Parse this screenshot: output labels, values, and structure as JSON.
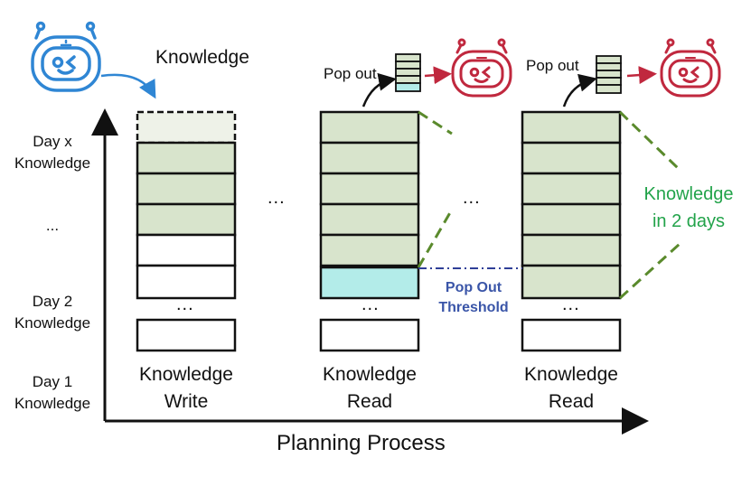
{
  "colors": {
    "filled": "#d8e4cc",
    "faded": "#eef2e8",
    "threshold": "#b3ece9",
    "outline": "#111111",
    "blue_robot": "#2f86d4",
    "red_robot": "#c0283e",
    "green_accent": "#5a8a2c",
    "green_text": "#22a34a",
    "threshold_line": "#2f3f98",
    "threshold_text": "#3a55a8"
  },
  "labels": {
    "knowledge": "Knowledge",
    "pop_out_1": "Pop out",
    "pop_out_2": "Pop out",
    "y_day_x_1": "Day x",
    "y_day_x_2": "Knowledge",
    "y_ellipsis": "...",
    "y_day2_1": "Day 2",
    "y_day2_2": "Knowledge",
    "y_day1_1": "Day 1",
    "y_day1_2": "Knowledge",
    "col1_1": "Knowledge",
    "col1_2": "Write",
    "col2_1": "Knowledge",
    "col2_2": "Read",
    "col3_1": "Knowledge",
    "col3_2": "Read",
    "between_1": "...",
    "between_2": "...",
    "stack_dots_1": "...",
    "stack_dots_2": "...",
    "stack_dots_3": "...",
    "threshold_1": "Pop Out",
    "threshold_2": "Threshold",
    "green_1": "Knowledge",
    "green_2": "in 2 days",
    "x_axis": "Planning Process"
  },
  "icons": {
    "writer_robot": "robot-face-icon",
    "reader_robot": "robot-face-icon",
    "popped_queue": "mini-stack-icon"
  }
}
